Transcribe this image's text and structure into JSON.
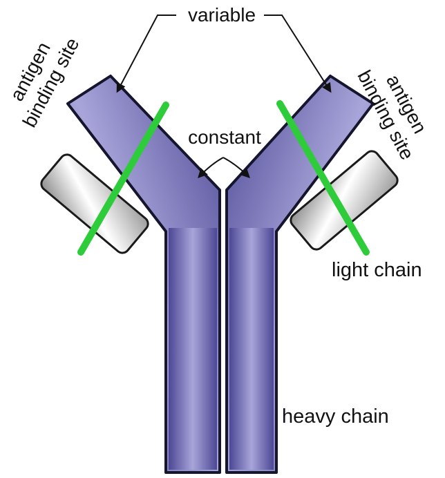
{
  "labels": {
    "variable": "variable",
    "constant": "constant",
    "antigen_left": "antigen",
    "binding_site_left": "binding site",
    "antigen_right": "antigen",
    "binding_site_right": "binding site",
    "light_chain": "light chain",
    "heavy_chain": "heavy chain"
  },
  "colors": {
    "heavy_chain_fill": "#6a66b4",
    "heavy_chain_outline": "#15152e",
    "light_chain_fill": "#dcdcdc",
    "light_chain_outline": "#1a1a1a",
    "marker_line": "#2ecc3a"
  }
}
